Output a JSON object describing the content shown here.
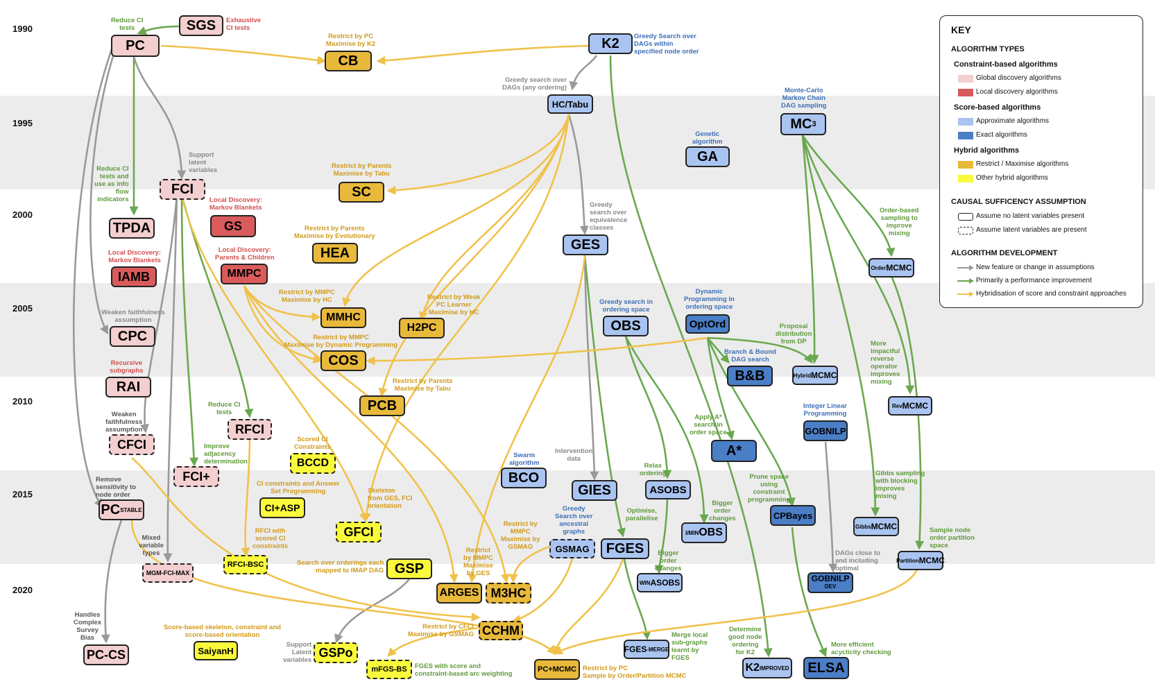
{
  "years": [
    "1990",
    "1995",
    "2000",
    "2005",
    "2010",
    "2015",
    "2020"
  ],
  "nodes": {
    "SGS": "SGS",
    "PC": "PC",
    "CB": "CB",
    "K2": "K2",
    "HCTabu": "HC/Tabu",
    "MC3": "MC",
    "MC3sup": "3",
    "GA": "GA",
    "FCI": "FCI",
    "SC": "SC",
    "TPDA": "TPDA",
    "GS": "GS",
    "HEA": "HEA",
    "GES": "GES",
    "IAMB": "IAMB",
    "MMPC": "MMPC",
    "OrderMCMC_pre": "Order",
    "OrderMCMC": "MCMC",
    "MMHC": "MMHC",
    "H2PC": "H2PC",
    "OBS": "OBS",
    "OptOrd": "OptOrd",
    "CPC": "CPC",
    "COS": "COS",
    "HybridMCMC_pre": "Hybrid",
    "HybridMCMC": "MCMC",
    "BB": "B&B",
    "RAI": "RAI",
    "PCB": "PCB",
    "RevMCMC_pre": "Rev",
    "RevMCMC": "MCMC",
    "RFCI": "RFCI",
    "CFCI": "CFCI",
    "BCCD": "BCCD",
    "Astar": "A*",
    "GOBNILP": "GOBNILP",
    "FCIplus": "FCI+",
    "CIASP": "CI+ASP",
    "BCO": "BCO",
    "GIES": "GIES",
    "ASOBS": "ASOBS",
    "PCstable": "PC",
    "PCstable_sub": "STABLE",
    "CPBayes": "CPBayes",
    "GFCI": "GFCI",
    "IMINOBS_pre": "I/MIN",
    "IMINOBS": "OBS",
    "GibbsMCMC_pre": "Gibbs",
    "GibbsMCMC": "MCMC",
    "GSMAG": "GSMAG",
    "FGES": "FGES",
    "MGMFCIMAX": "MGM-FCI-MAX",
    "RFCIBSC": "RFCI-BSC",
    "GSP": "GSP",
    "ARGES": "ARGES",
    "M3HC": "M3HC",
    "WINASOBS_pre": "WIN",
    "WINASOBS": "ASOBS",
    "GOBNILPDEV": "GOBNILP",
    "GOBNILPDEV_sub": "DEV",
    "PartitionMCMC_pre": "Partition",
    "PartitionMCMC": "MCMC",
    "CCHM": "CCHM",
    "PCCS": "PC-CS",
    "SaiyanH": "SaiyanH",
    "GSPo": "GSPo",
    "mFGSBS": "mFGS-BS",
    "PCMCMC": "PC+MCMC",
    "FGESMERGE": "FGES",
    "FGESMERGE_sub": "-MERGE",
    "K2IMP": "K2",
    "K2IMP_sub": "IMPROVED",
    "ELSA": "ELSA"
  },
  "annotations": {
    "a1": "Reduce CI",
    "a1b": "tests",
    "a2": "Exhaustive",
    "a2b": "CI tests",
    "a3": "Restrict by PC",
    "a3b": "Maximise by K2",
    "a4": "Greedy Search over",
    "a4b": "DAGs within",
    "a4c": "specified node order",
    "a5": "Greedy search over",
    "a5b": "DAGs (any ordering)",
    "a6": "Monte-Carlo",
    "a6b": "Markov Chain",
    "a6c": "DAG sampling",
    "a7": "Genetic",
    "a7b": "algorithm",
    "a8": "Support",
    "a8b": "latent",
    "a8c": "variables",
    "a9": "Reduce CI",
    "a9b": "tests and",
    "a9c": "use as info",
    "a9d": "flow",
    "a9e": "indicators",
    "a10": "Restrict by Parents",
    "a10b": "Maximise by Tabu",
    "a11": "Local Discovery:",
    "a11b": "Markov Blankets",
    "a12": "Greedy",
    "a12b": "search over",
    "a12c": "equivalence",
    "a12d": "classes",
    "a13": "Restrict by Parents",
    "a13b": "Maximise by Evolutionary",
    "a14": "Local Discovery:",
    "a14b": "Markov Blankets",
    "a15": "Local Discovery:",
    "a15b": "Parents & Children",
    "a16": "Order-based",
    "a16b": "sampling to",
    "a16c": "improve",
    "a16d": "mixing",
    "a17": "Restrict by MMPC",
    "a17b": "Maximise by HC",
    "a18": "Restrict by Weak",
    "a18b": "PC Learner",
    "a18c": "Maximise by HC",
    "a19": "Greedy search in",
    "a19b": "ordering space",
    "a20": "Dynamic",
    "a20b": "Programming in",
    "a20c": "ordering space",
    "a21": "Weaken faithfulness",
    "a21b": "assumption",
    "a22": "Restrict by MMPC",
    "a22b": "Maximise by Dynamic Programming",
    "a23": "Proposal",
    "a23b": "distribution",
    "a23c": "from DP",
    "a24": "Branch & Bound",
    "a24b": "DAG search",
    "a25": "More",
    "a25b": "impactful",
    "a25c": "reverse",
    "a25d": "operator",
    "a25e": "improves",
    "a25f": "mixing",
    "a26": "Recursive",
    "a26b": "subgraphs",
    "a27": "Restrict by Parents",
    "a27b": "Maximise by Tabu",
    "a28": "Weaken",
    "a28b": "faithfulness",
    "a28c": "assumption",
    "a29": "Reduce CI",
    "a29b": "tests",
    "a30": "Scored CI",
    "a30b": "Constraints",
    "a31": "Apply A*",
    "a31b": "search in",
    "a31c": "order space",
    "a32": "Integer Linear",
    "a32b": "Programming",
    "a33": "Improve",
    "a33b": "adjacency",
    "a33c": "determination",
    "a34": "CI constraints and Answer",
    "a34b": "Set Programming",
    "a35": "Swarm",
    "a35b": "algorithm",
    "a36": "Intervention",
    "a36b": "data",
    "a37": "Relax",
    "a37b": "ordering",
    "a38": "Remove",
    "a38b": "sensitivity to",
    "a38c": "node order",
    "a39": "Skeleton",
    "a39b": "from GES, FCI",
    "a39c": "orientation",
    "a40": "Prune space",
    "a40b": "using",
    "a40c": "constraint",
    "a40d": "programming",
    "a41": "Gibbs sampling",
    "a41b": "with blocking",
    "a41c": "improves",
    "a41d": "mixing",
    "a42": "Bigger",
    "a42b": "order",
    "a42c": "changes",
    "a43": "Optimise,",
    "a43b": "parallelise",
    "a44": "Greedy",
    "a44b": "Search over",
    "a44c": "ancestral",
    "a44d": "graphs",
    "a45": "Restrict by",
    "a45b": "MMPC",
    "a45c": "Maximise by",
    "a45d": "GSMAG",
    "a46": "Mixed",
    "a46b": "variable",
    "a46c": "types",
    "a47": "RFCI with",
    "a47b": "scored CI",
    "a47c": "constraints",
    "a48": "Search over orderings each",
    "a48b": "mapped to IMAP DAG",
    "a49": "Restrict",
    "a49b": "by MMPC",
    "a49c": "Maximise",
    "a49d": "by GES",
    "a50": "Bigger",
    "a50b": "order",
    "a50c": "changes",
    "a51": "DAGs close to",
    "a51b": "and including",
    "a51c": "optimal",
    "a52": "Sample node",
    "a52b": "order partition",
    "a52c": "space",
    "a53": "Handles",
    "a53b": "Complex",
    "a53c": "Survey",
    "a53d": "Bias",
    "a54": "Score-based skeleton, constraint and",
    "a54b": "score-based orientation",
    "a55": "Restrict by CFCI",
    "a55b": "Maximise by GSMAG",
    "a56": "Support",
    "a56b": "Latent",
    "a56c": "variables",
    "a57": "FGES with score and",
    "a57b": "constraint-based arc weighting",
    "a58": "Restrict by PC",
    "a58b": "Sample by Order/Partition MCMC",
    "a59": "Merge local",
    "a59b": "sub-graphs",
    "a59c": "learnt by",
    "a59d": "FGES",
    "a60": "Determine",
    "a60b": "good node",
    "a60c": "ordering",
    "a60d": "for K2",
    "a61": "More efficient",
    "a61b": "acyclicity checking"
  },
  "key": {
    "title": "KEY",
    "types_heading": "ALGORITHM TYPES",
    "constraint_heading": "Constraint-based algorithms",
    "global": "Global discovery algorithms",
    "local": "Local discovery algorithms",
    "score_heading": "Score-based algorithms",
    "approx": "Approximate algorithms",
    "exact": "Exact algorithms",
    "hybrid_heading": "Hybrid algorithms",
    "restrict": "Restrict / Maximise algorithms",
    "other": "Other hybrid algorithms",
    "causal_heading": "CAUSAL SUFFICENCY ASSUMPTION",
    "no_latent": "Assume no latent variables present",
    "latent": "Assume latent variables are present",
    "dev_heading": "ALGORITHM DEVELOPMENT",
    "new_feature": "New feature or change in assumptions",
    "performance": "Primarily a performance improvement",
    "hybridisation": "Hybridisation of score and constraint approaches"
  },
  "colors": {
    "global": "#f3cfcf",
    "local": "#d95b5b",
    "approx": "#a9c4f0",
    "exact": "#4a7ec6",
    "restrict": "#e8b93a",
    "other": "#fafa3c",
    "arrow_grey": "#999999",
    "arrow_green": "#6aa84f",
    "arrow_yellow": "#f0c24b"
  }
}
